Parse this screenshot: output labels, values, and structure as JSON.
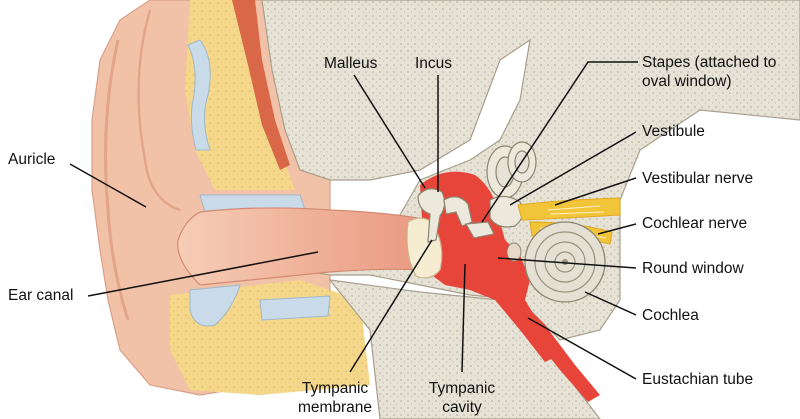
{
  "labels": {
    "auricle": "Auricle",
    "ear_canal": "Ear canal",
    "malleus": "Malleus",
    "incus": "Incus",
    "stapes_line1": "Stapes (attached to",
    "stapes_line2": "oval window)",
    "vestibule": "Vestibule",
    "vestibular_nerve": "Vestibular nerve",
    "cochlear_nerve": "Cochlear nerve",
    "round_window": "Round window",
    "cochlea": "Cochlea",
    "eustachian_tube": "Eustachian tube",
    "tympanic_membrane_line1": "Tympanic",
    "tympanic_membrane_line2": "membrane",
    "tympanic_cavity_line1": "Tympanic",
    "tympanic_cavity_line2": "cavity"
  },
  "colors": {
    "skin": "#f2c2a8",
    "skin_dark": "#e3a58a",
    "canal": "#f1b9a0",
    "fat": "#f4d78a",
    "bone": "#e6e2d6",
    "bone_dot": "#bfb8a8",
    "cartilage": "#c9dbe8",
    "muscle": "#d96848",
    "cavity_red": "#e8453a",
    "ossicle": "#ece8dc",
    "membrane": "#f6ecd2",
    "nerve": "#f2c43a",
    "leader": "#111111"
  }
}
